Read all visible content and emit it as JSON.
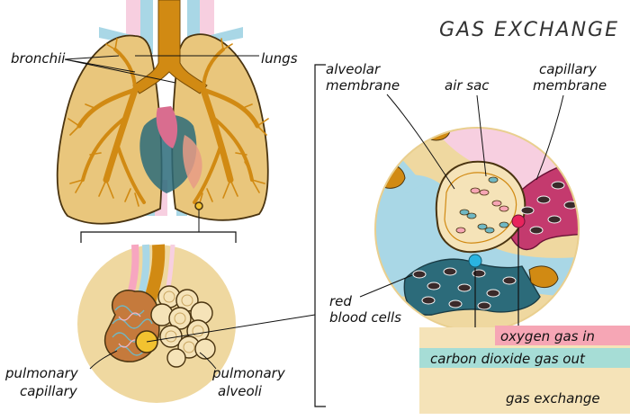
{
  "title": "GAS EXCHANGE",
  "labels": {
    "bronchii": "bronchii",
    "lungs": "lungs",
    "alveolar_membrane_1": "alveolar",
    "alveolar_membrane_2": "membrane",
    "air_sac": "air sac",
    "capillary_membrane_1": "capillary",
    "capillary_membrane_2": "membrane",
    "red_blood_cells_1": "red",
    "red_blood_cells_2": "blood cells",
    "pulmonary_capillary_1": "pulmonary",
    "pulmonary_capillary_2": "capillary",
    "pulmonary_alveoli_1": "pulmonary",
    "pulmonary_alveoli_2": "alveoli"
  },
  "legend": {
    "oxygen": "oxygen gas in",
    "carbon_dioxide": "carbon dioxide gas out",
    "gas_exchange": "gas exchange"
  },
  "colors": {
    "lung_fill": "#e9c67c",
    "bronchi": "#d18a13",
    "outline": "#4a3410",
    "circle_bg": "#efd8a0",
    "oxygen": "#f6a6b5",
    "carbon_dioxide": "#a6ddd6",
    "gas_exchange": "#f5e3b8",
    "blood_blue": "#a9d7e6",
    "deep_teal": "#2c6b7a",
    "pink": "#f7cfe0",
    "magenta": "#c43a6e"
  }
}
